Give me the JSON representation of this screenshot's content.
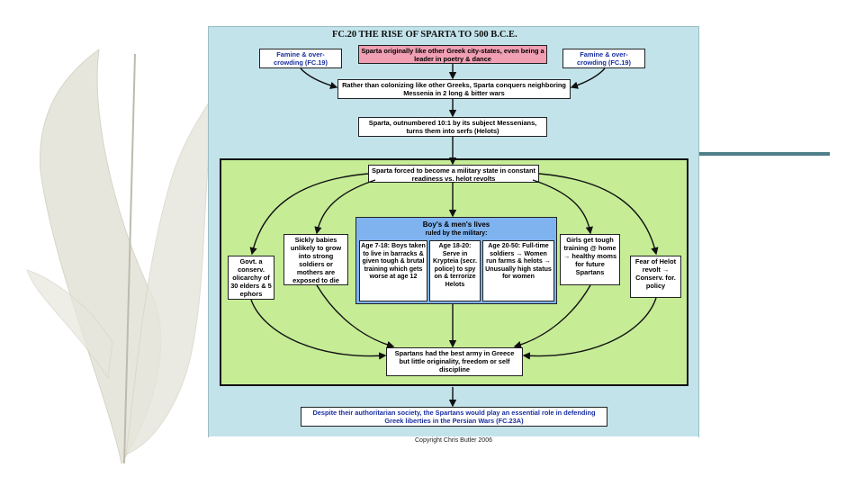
{
  "title": "FC.20 THE RISE OF SPARTA TO 500 B.C.E.",
  "boxes": {
    "intro": "Sparta originally like other Greek city-states, even being a leader in poetry & dance",
    "famine_left": "Famine & over-crowding (FC.19)",
    "famine_right": "Famine & over-crowding (FC.19)",
    "conquer": "Rather than colonizing like other Greeks, Sparta conquers neighboring Messenia in 2 long & bitter wars",
    "serfs": "Sparta, outnumbered 10:1 by its subject Messenians, turns them into serfs (Helots)",
    "military_state": "Sparta forced to become a military state in constant readiness vs. helot revolts",
    "govt": "Govt. a conserv. olicarchy of 30 elders & 5 ephors",
    "babies": "Sickly babies unlikely to grow into strong soldiers or mothers are exposed to die",
    "girls": "Girls get tough training @ home → healthy moms for future Spartans",
    "helot_fear": "Fear of Helot revolt → Conserv. for. policy",
    "best_army": "Spartans had the best army in Greece but little originality, freedom or self discipline",
    "conclusion": "Despite their authoritarian society, the Spartans would play an essential role in defending Greek liberties in the Persian Wars (FC.23A)"
  },
  "military_panel": {
    "title_line1": "Boy's & men's lives",
    "title_line2": "ruled by the military:",
    "col1": "Age 7-18: Boys taken to live in barracks & given tough & brutal training which gets worse at age 12",
    "col2": "Age 18-20: Serve in Krypteia (secr. police) to spy on & terrorize Helots",
    "col3": "Age 20-50: Full-time soldiers → Women run farms & helots → Unusually high status for women"
  },
  "copyright": "Copyright Chris Butler 2006",
  "colors": {
    "slide_bg": "#c3e3eb",
    "green_area": "#c6ec96",
    "pink_box": "#f19fb3",
    "blue_panel": "#7fb3f0",
    "blue_text": "#1a2fa0",
    "accent_line": "#4f7f89"
  }
}
